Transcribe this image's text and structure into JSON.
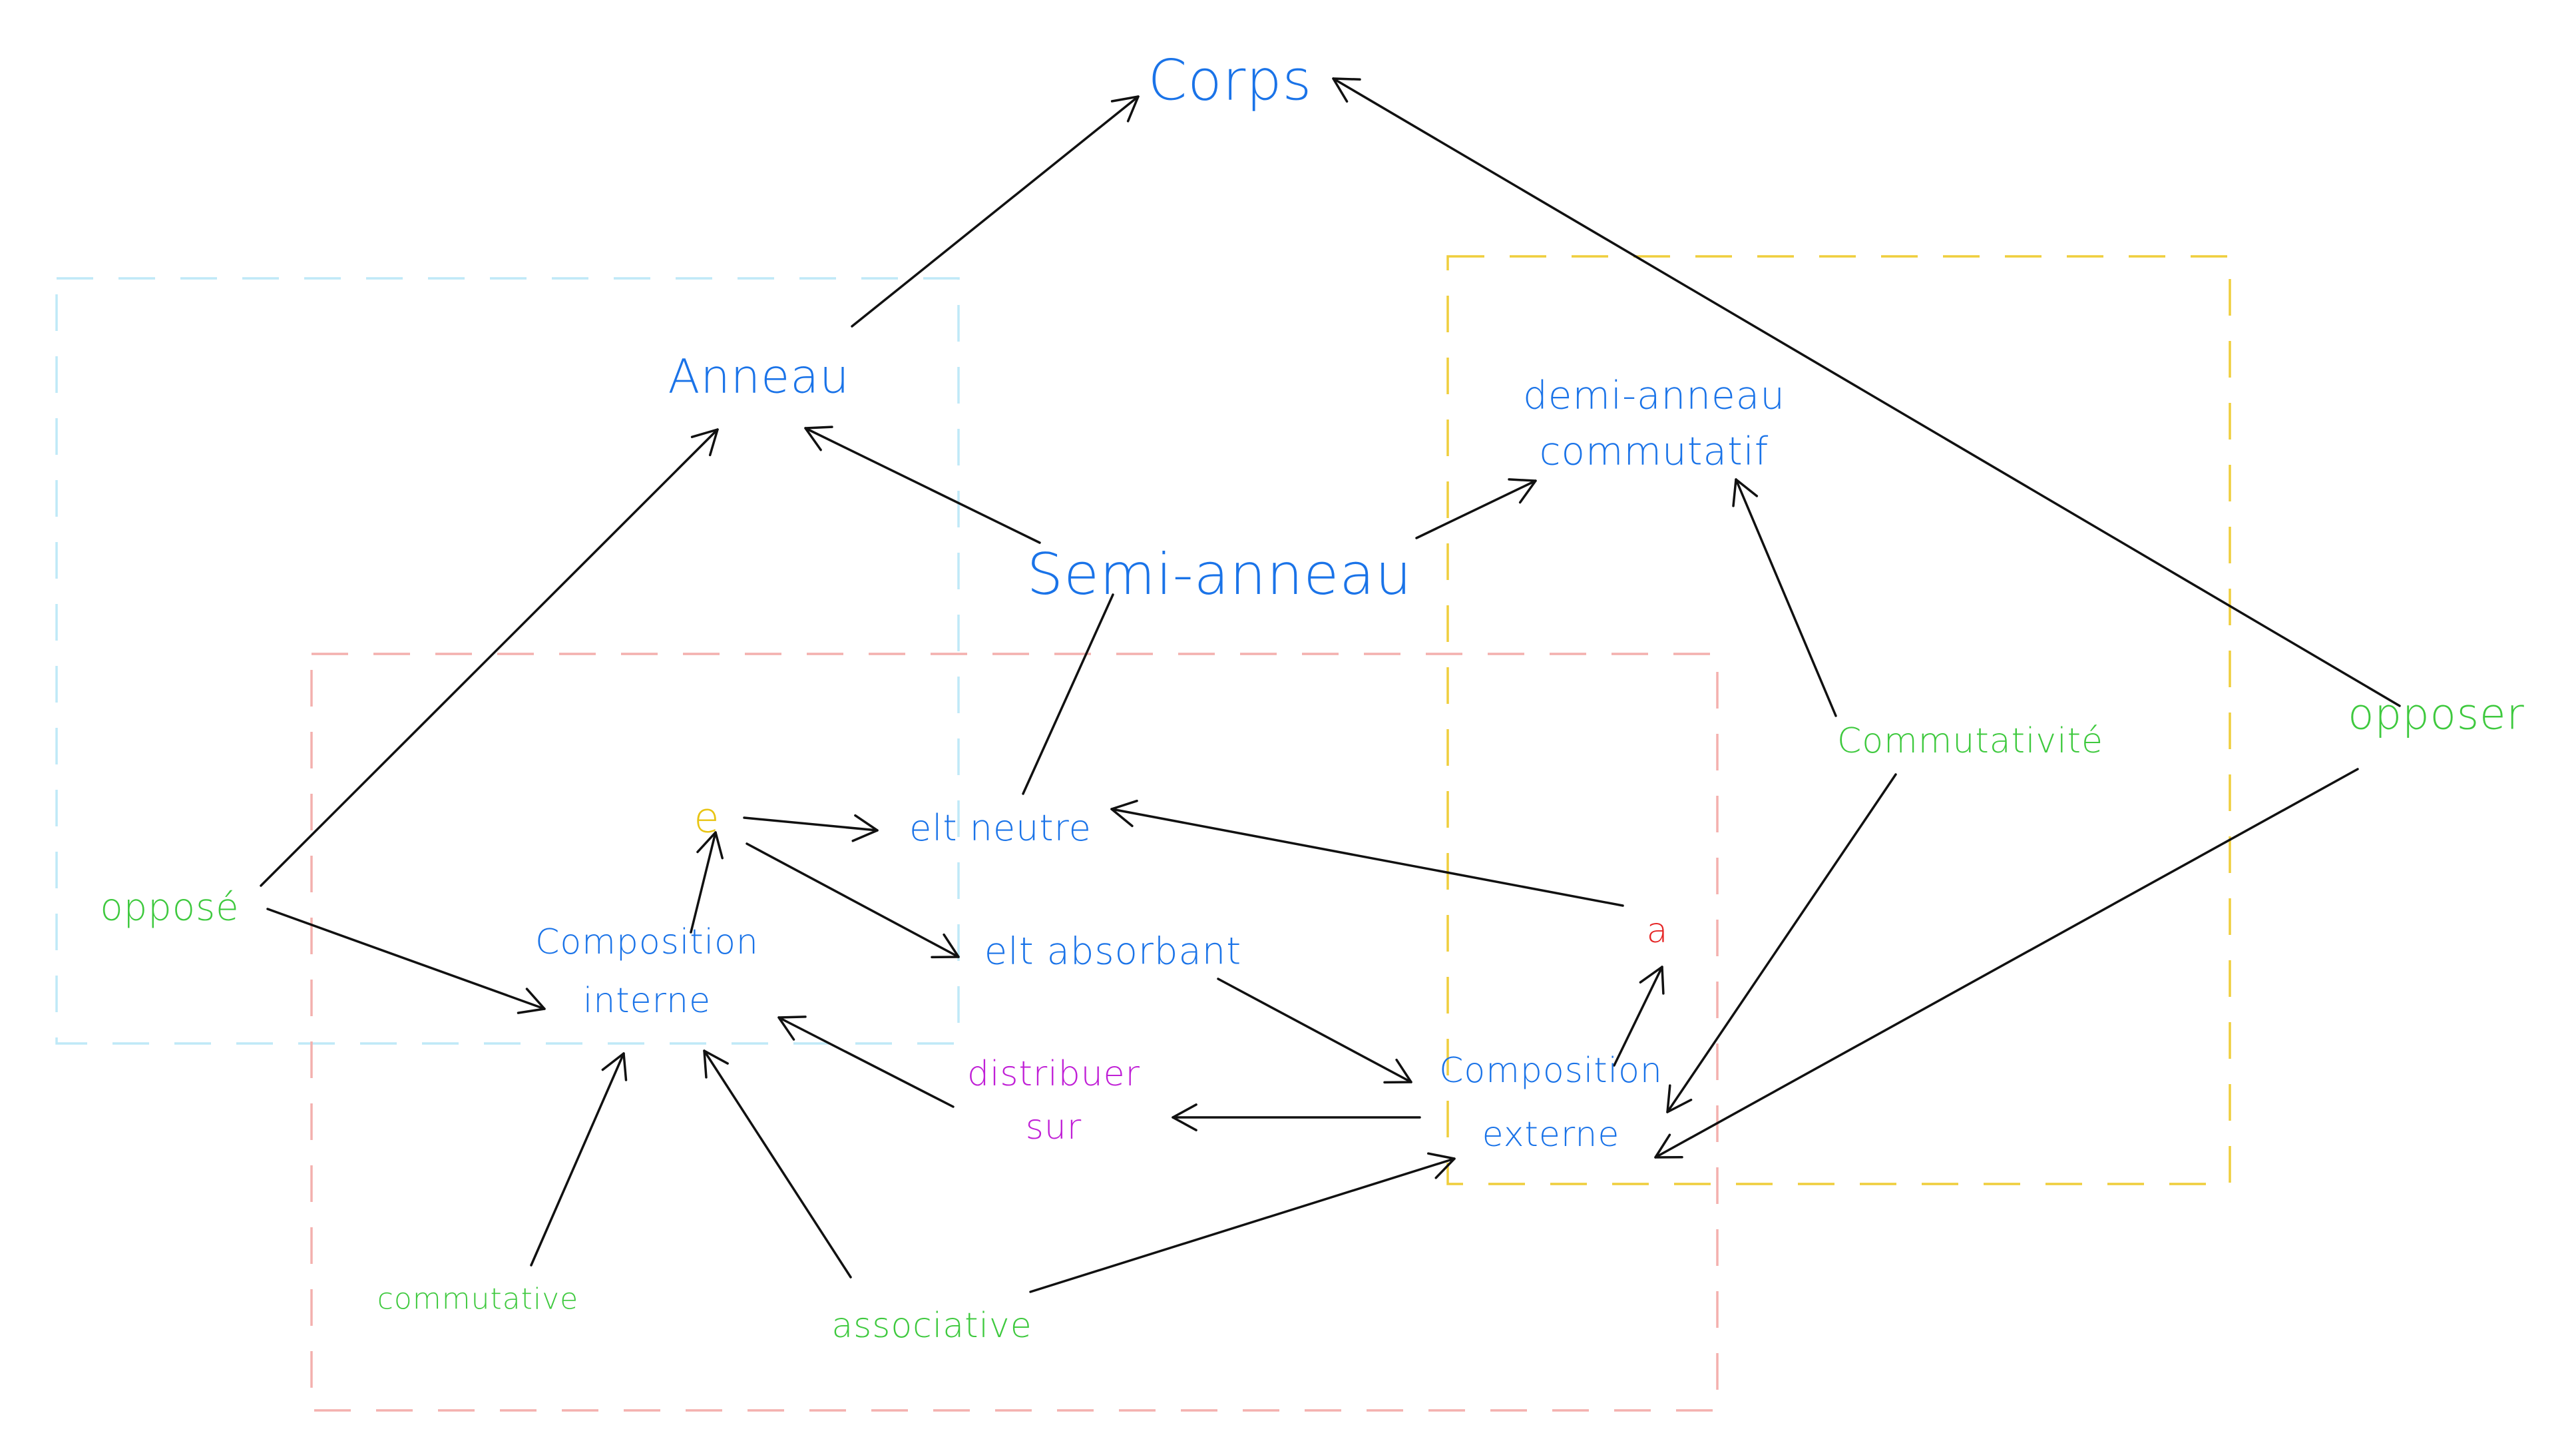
{
  "diagram": {
    "colors": {
      "blue": "#1a73e8",
      "green": "#3ec93e",
      "purple": "#c01fd6",
      "red": "#e52525",
      "yellow": "#e8c413",
      "edge": "#111111",
      "region_cyan": "#bfe9f7",
      "region_yellow": "#efce3c",
      "region_red": "#f4b0ae"
    },
    "regions": [
      {
        "id": "cyan",
        "color": "region_cyan"
      },
      {
        "id": "yellow",
        "color": "region_yellow"
      },
      {
        "id": "red",
        "color": "region_red"
      }
    ],
    "nodes": [
      {
        "id": "corps",
        "lines": [
          "Corps"
        ],
        "color": "blue"
      },
      {
        "id": "anneau",
        "lines": [
          "Anneau"
        ],
        "color": "blue"
      },
      {
        "id": "demi",
        "lines": [
          "demi-anneau",
          "commutatif"
        ],
        "color": "blue"
      },
      {
        "id": "semi",
        "lines": [
          "Semi-anneau"
        ],
        "color": "blue"
      },
      {
        "id": "e",
        "lines": [
          "e"
        ],
        "color": "yellow"
      },
      {
        "id": "neutre",
        "lines": [
          "elt neutre"
        ],
        "color": "blue"
      },
      {
        "id": "absorbant",
        "lines": [
          "elt absorbant"
        ],
        "color": "blue"
      },
      {
        "id": "a",
        "lines": [
          "a"
        ],
        "color": "red"
      },
      {
        "id": "oppose",
        "lines": [
          "opposé"
        ],
        "color": "green"
      },
      {
        "id": "interne",
        "lines": [
          "Composition",
          "interne"
        ],
        "color": "blue"
      },
      {
        "id": "distribuer",
        "lines": [
          "distribuer",
          "sur"
        ],
        "color": "purple"
      },
      {
        "id": "externe",
        "lines": [
          "Composition",
          "externe"
        ],
        "color": "blue"
      },
      {
        "id": "commutativite",
        "lines": [
          "Commutativité"
        ],
        "color": "green"
      },
      {
        "id": "opposer",
        "lines": [
          "opposer"
        ],
        "color": "green"
      },
      {
        "id": "commutative",
        "lines": [
          "commutative"
        ],
        "color": "green"
      },
      {
        "id": "associative",
        "lines": [
          "associative"
        ],
        "color": "green"
      }
    ],
    "edges": [
      {
        "from": "anneau",
        "to": "corps",
        "arrow": true
      },
      {
        "from": "opposer",
        "to": "corps",
        "arrow": true
      },
      {
        "from": "semi",
        "to": "anneau",
        "arrow": true
      },
      {
        "from": "semi",
        "to": "demi",
        "arrow": true
      },
      {
        "from": "neutre",
        "to": "semi",
        "arrow": false
      },
      {
        "from": "oppose",
        "to": "anneau",
        "arrow": true
      },
      {
        "from": "oppose",
        "to": "interne",
        "arrow": true
      },
      {
        "from": "e",
        "to": "neutre",
        "arrow": true
      },
      {
        "from": "e",
        "to": "absorbant",
        "arrow": true
      },
      {
        "from": "interne",
        "to": "e",
        "arrow": true
      },
      {
        "from": "a",
        "to": "neutre",
        "arrow": true
      },
      {
        "from": "externe",
        "to": "a",
        "arrow": true
      },
      {
        "from": "absorbant",
        "to": "externe",
        "arrow": true
      },
      {
        "from": "externe",
        "to": "distribuer",
        "arrow": true
      },
      {
        "from": "distribuer",
        "to": "interne",
        "arrow": true
      },
      {
        "from": "commutative",
        "to": "interne",
        "arrow": true
      },
      {
        "from": "associative",
        "to": "interne",
        "arrow": true
      },
      {
        "from": "associative",
        "to": "externe",
        "arrow": true
      },
      {
        "from": "commutativite",
        "to": "demi",
        "arrow": true
      },
      {
        "from": "commutativite",
        "to": "externe",
        "arrow": true
      },
      {
        "from": "opposer",
        "to": "externe",
        "arrow": true
      }
    ]
  }
}
